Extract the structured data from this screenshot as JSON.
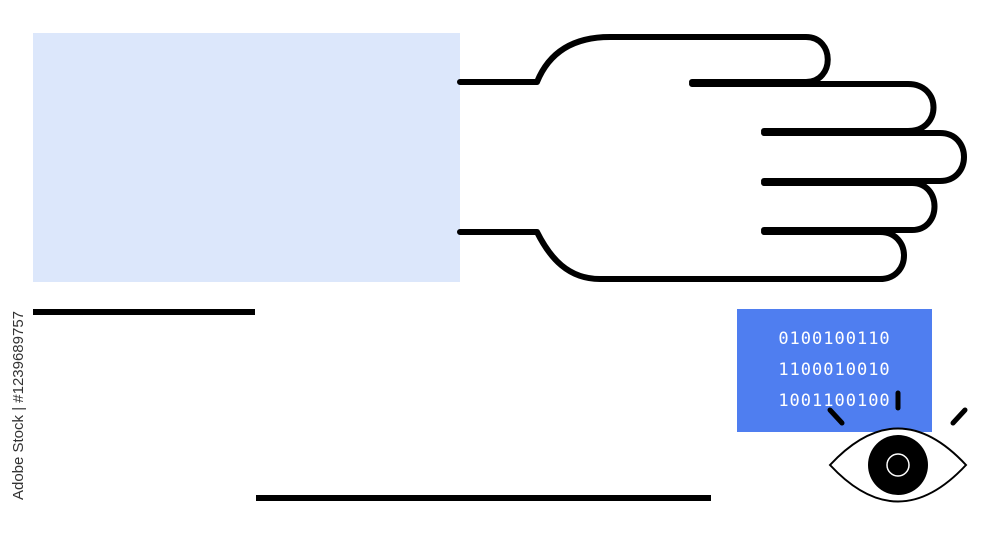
{
  "watermark": {
    "stock_id": "Adobe Stock | #1239689757"
  },
  "binary_panel": {
    "rows": [
      "0100100110",
      "1100010010",
      "1001100100"
    ]
  },
  "icons": {
    "hand": "hand-outline-icon",
    "eye": "eye-icon",
    "binary": "binary-code-icon"
  },
  "colors": {
    "sleeve": "#dce7fb",
    "binary_panel": "#4f7ef0",
    "stroke": "#000000"
  }
}
